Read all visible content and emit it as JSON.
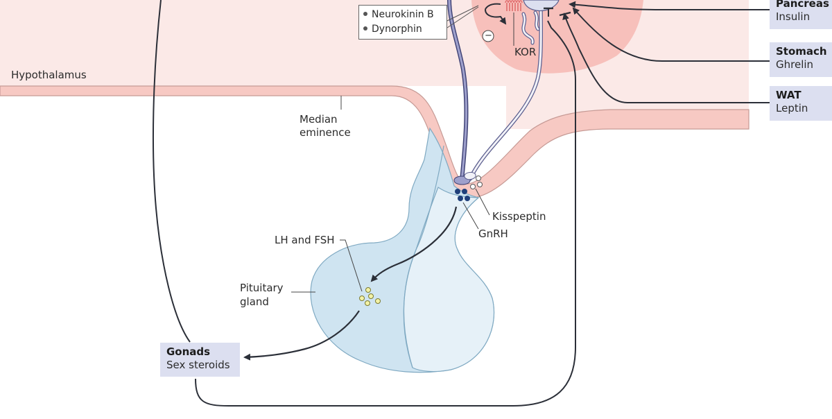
{
  "labels": {
    "hypothalamus": "Hypothalamus",
    "median_eminence_1": "Median",
    "median_eminence_2": "eminence",
    "kor": "KOR",
    "kisspeptin": "Kisspeptin",
    "gnrh": "GnRH",
    "lh_fsh": "LH and FSH",
    "pituitary_1": "Pituitary",
    "pituitary_2": "gland",
    "inhibition_sign": "−"
  },
  "legend": {
    "items": [
      "Neurokinin B",
      "Dynorphin"
    ]
  },
  "boxes": {
    "pancreas": {
      "title": "Pancreas",
      "subtitle": "Insulin"
    },
    "stomach": {
      "title": "Stomach",
      "subtitle": "Ghrelin"
    },
    "wat": {
      "title": "WAT",
      "subtitle": "Leptin"
    },
    "gonads": {
      "title": "Gonads",
      "subtitle": "Sex steroids"
    }
  },
  "colors": {
    "hypothalamus_fill": "#fbe9e7",
    "median_band": "#f7c9c3",
    "nucleus": "#f7c0bb",
    "pituitary": "#cfe4f1",
    "pituitary_light": "#e6f1f8",
    "box_fill": "#dcdff0",
    "neuron": "#7d7fb0",
    "gnrh_dot": "#1f3f7a",
    "hormone_dot": "#f3f2a6",
    "receptor": "#e06b6b",
    "line": "#2b2f38"
  }
}
